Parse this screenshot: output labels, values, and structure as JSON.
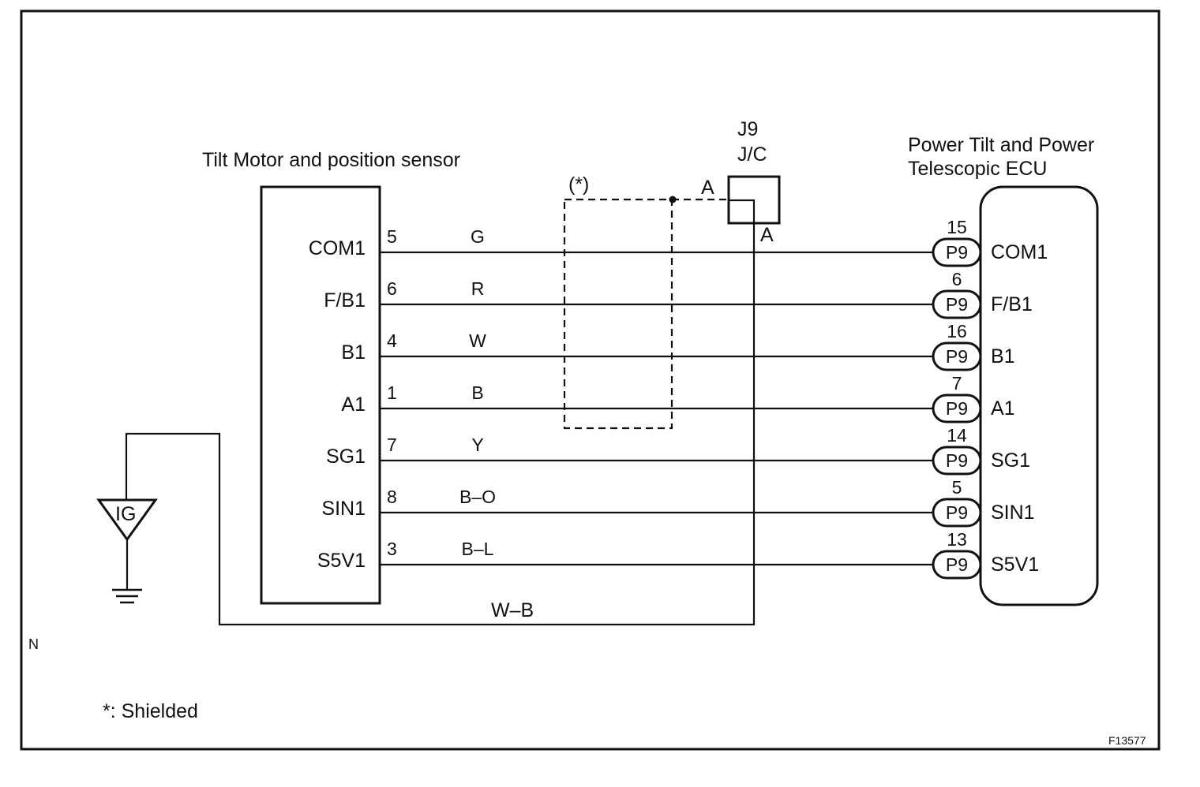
{
  "left_component": {
    "title": "Tilt Motor and position sensor",
    "pins": [
      {
        "name": "COM1",
        "pin": "5",
        "wire": "G"
      },
      {
        "name": "F/B1",
        "pin": "6",
        "wire": "R"
      },
      {
        "name": "B1",
        "pin": "4",
        "wire": "W"
      },
      {
        "name": "A1",
        "pin": "1",
        "wire": "B"
      },
      {
        "name": "SG1",
        "pin": "7",
        "wire": "Y"
      },
      {
        "name": "SIN1",
        "pin": "8",
        "wire": "B–O"
      },
      {
        "name": "S5V1",
        "pin": "3",
        "wire": "B–L"
      }
    ]
  },
  "right_component": {
    "title_line1": "Power Tilt and Power",
    "title_line2": "Telescopic ECU",
    "connector": "P9",
    "pins": [
      {
        "name": "COM1",
        "pin": "15"
      },
      {
        "name": "F/B1",
        "pin": "6"
      },
      {
        "name": "B1",
        "pin": "16"
      },
      {
        "name": "A1",
        "pin": "7"
      },
      {
        "name": "SG1",
        "pin": "14"
      },
      {
        "name": "SIN1",
        "pin": "5"
      },
      {
        "name": "S5V1",
        "pin": "13"
      }
    ]
  },
  "junction": {
    "line1": "J9",
    "line2": "J/C",
    "terminal_in": "A",
    "terminal_out": "A"
  },
  "shield": {
    "marker": "(*)",
    "legend": "*: Shielded"
  },
  "ground_wire": "W–B",
  "ig_label": "IG",
  "side_letter": "N",
  "figure_code": "F13577"
}
